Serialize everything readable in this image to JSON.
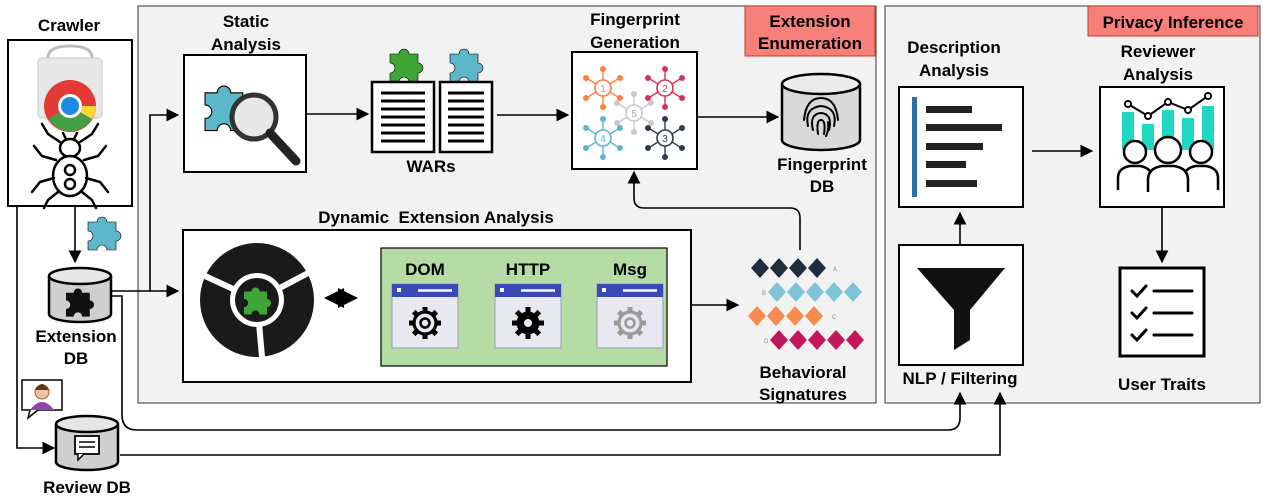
{
  "crawler": {
    "label": "Crawler"
  },
  "extension_db": {
    "line1": "Extension",
    "line2": "DB"
  },
  "review_db": {
    "label": "Review DB"
  },
  "static_analysis": {
    "line1": "Static",
    "line2": "Analysis"
  },
  "wars": {
    "label": "WARs"
  },
  "fingerprint_generation": {
    "line1": "Fingerprint",
    "line2": "Generation",
    "node_numbers": [
      "1",
      "2",
      "3",
      "4",
      "5"
    ]
  },
  "fingerprint_db": {
    "line1": "Fingerprint",
    "line2": "DB"
  },
  "extension_enumeration": {
    "badge": "Extension Enumeration",
    "line1": "Extension",
    "line2": "Enumeration"
  },
  "dynamic_analysis": {
    "title": "Dynamic  Extension Analysis",
    "monitors": [
      {
        "label": "DOM"
      },
      {
        "label": "HTTP"
      },
      {
        "label": "Msg"
      }
    ]
  },
  "behavioral_signatures": {
    "line1": "Behavioral",
    "line2": "Signatures",
    "row_letters": [
      "A",
      "B",
      "C",
      "D"
    ]
  },
  "privacy_inference": {
    "badge": "Privacy Inference"
  },
  "description_analysis": {
    "line1": "Description",
    "line2": "Analysis"
  },
  "reviewer_analysis": {
    "line1": "Reviewer",
    "line2": "Analysis"
  },
  "nlp_filtering": {
    "label": "NLP / Filtering"
  },
  "user_traits": {
    "label": "User Traits"
  },
  "colors": {
    "panel_bg": "#f2f2f2",
    "badge_red": "#f8807a",
    "monitor_green": "#b6dca6",
    "puzzle_green": "#3ea536",
    "puzzle_teal": "#5bb7c9",
    "teal_bars": "#1fd8c4",
    "navy": "#2b3a9c"
  }
}
